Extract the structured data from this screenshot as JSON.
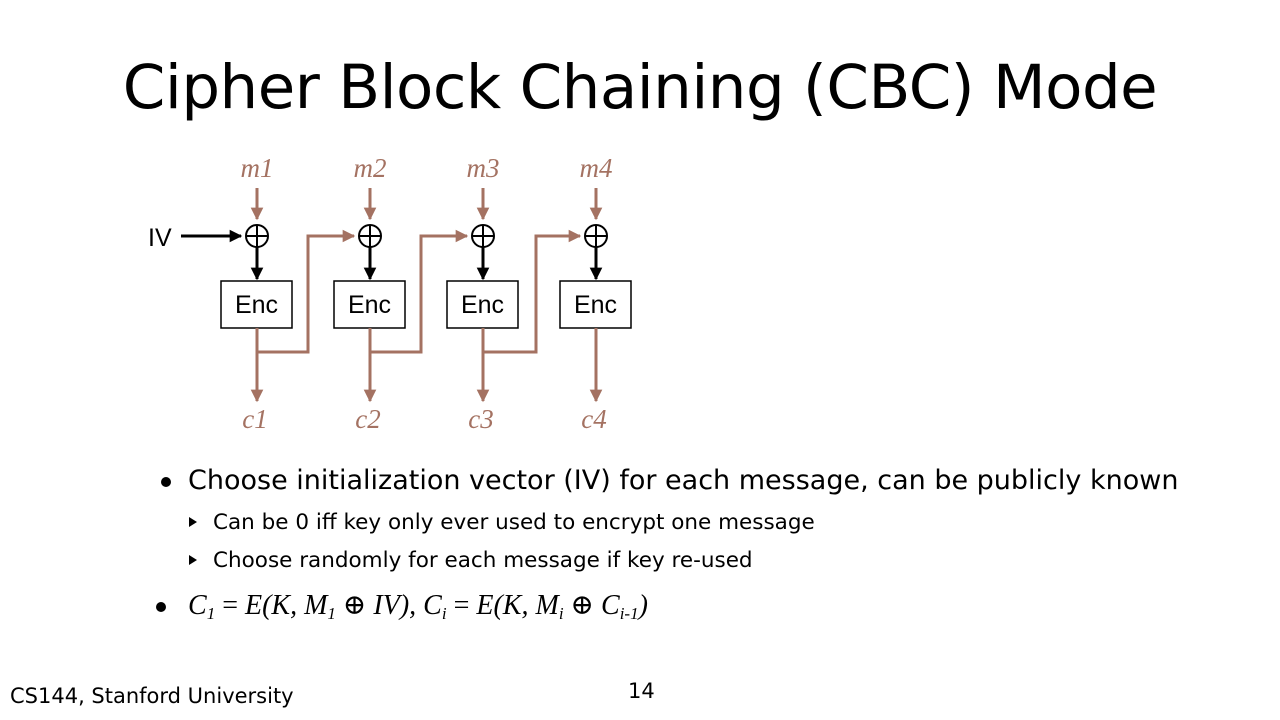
{
  "title": "Cipher Block Chaining (CBC) Mode",
  "diagram": {
    "iv_label": "IV",
    "blocks": [
      {
        "message": "m1",
        "cipher": "c1",
        "box_label": "Enc"
      },
      {
        "message": "m2",
        "cipher": "c2",
        "box_label": "Enc"
      },
      {
        "message": "m3",
        "cipher": "c3",
        "box_label": "Enc"
      },
      {
        "message": "m4",
        "cipher": "c4",
        "box_label": "Enc"
      }
    ],
    "colors": {
      "accent": "#a47262",
      "line": "#000000"
    }
  },
  "bullets": {
    "b1": "Choose initialization vector (IV) for each message, can be publicly known",
    "b1_sub1": "Can be 0 iff key only ever used to encrypt one message",
    "b1_sub2": "Choose randomly for each message if key re-used"
  },
  "formula": {
    "C": "C",
    "one": "1",
    "i": "i",
    "i_minus_1": "i-1",
    "eq": "=",
    "E_open": "E(K, ",
    "M": "M",
    "xor": "⊕",
    "IV_close": "IV), ",
    "close": ")"
  },
  "footer": {
    "course": "CS144, Stanford University",
    "page": "14"
  }
}
